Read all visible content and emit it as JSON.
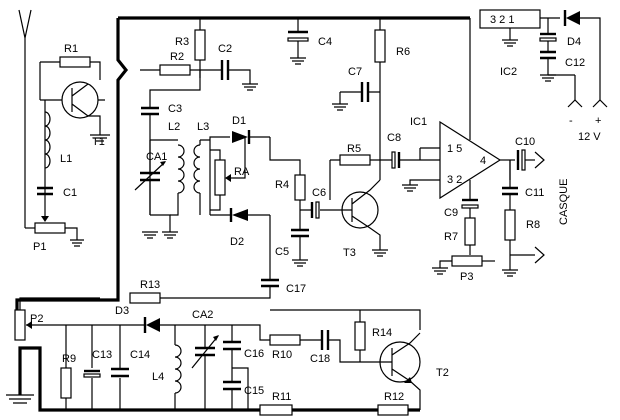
{
  "labels": {
    "R1": "R1",
    "R2": "R2",
    "R3": "R3",
    "R4": "R4",
    "R5": "R5",
    "R6": "R6",
    "R7": "R7",
    "R8": "R8",
    "R9": "R9",
    "R10": "R10",
    "R11": "R11",
    "R12": "R12",
    "R13": "R13",
    "R14": "R14",
    "RA": "RA",
    "C1": "C1",
    "C2": "C2",
    "C3": "C3",
    "C4": "C4",
    "C5": "C5",
    "C6": "C6",
    "C7": "C7",
    "C8": "C8",
    "C9": "C9",
    "C10": "C10",
    "C11": "C11",
    "C12": "C12",
    "C13": "C13",
    "C14": "C14",
    "C15": "C15",
    "C16": "C16",
    "C17": "C17",
    "C18": "C18",
    "CA1": "CA1",
    "CA2": "CA2",
    "L1": "L1",
    "L2": "L2",
    "L3": "L3",
    "L4": "L4",
    "D1": "D1",
    "D2": "D2",
    "D3": "D3",
    "D4": "D4",
    "T1": "T1",
    "T2": "T2",
    "T3": "T3",
    "IC1": "IC1",
    "IC2": "IC2",
    "P1": "P1",
    "P2": "P2",
    "P3": "P3",
    "ic1_pins_top": "1 5",
    "ic1_pins_bottom": "3 2",
    "ic1_pin_out": "4",
    "ic2_pins": "3 2 1",
    "minus": "-",
    "plus": "+",
    "voltage": "12 V",
    "casque": "CASQUE"
  }
}
